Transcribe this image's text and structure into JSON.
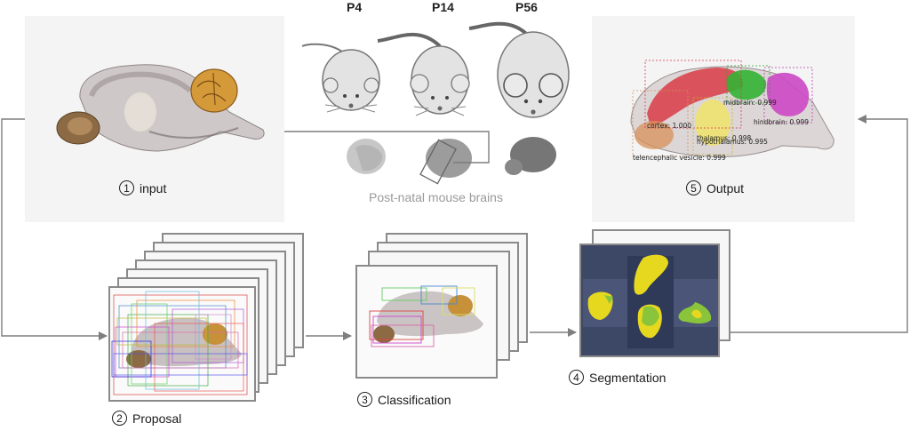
{
  "mice": {
    "ages": [
      "P4",
      "P14",
      "P56"
    ],
    "caption": "Post-natal mouse brains"
  },
  "steps": {
    "input": {
      "num": "1",
      "label": "input"
    },
    "proposal": {
      "num": "2",
      "label": "Proposal"
    },
    "classification": {
      "num": "3",
      "label": "Classification"
    },
    "segmentation": {
      "num": "4",
      "label": "Segmentation"
    },
    "output": {
      "num": "5",
      "label": "Output"
    }
  },
  "output_detections": {
    "midbrain": "midbrain: 0.999",
    "hindbrain": "hindbrain: 0.999",
    "cortex": "cortex: 1.000",
    "thalamus": "thalamus: 0.998",
    "hypothalamus": "hypothalamus: 0.995",
    "telencephalic_vesicle": "telencephalic vesicle: 0.999"
  },
  "colors": {
    "arrow": "#7f7f7f",
    "panel_bg": "#f4f4f4",
    "seg_bg": "#3d4766",
    "seg_yellow": "#e6d81f",
    "seg_green": "#8ac43a",
    "cortex": "#d9454f",
    "midbrain": "#33b233",
    "hindbrain": "#cc48c4",
    "thalamus": "#f0e36a"
  }
}
